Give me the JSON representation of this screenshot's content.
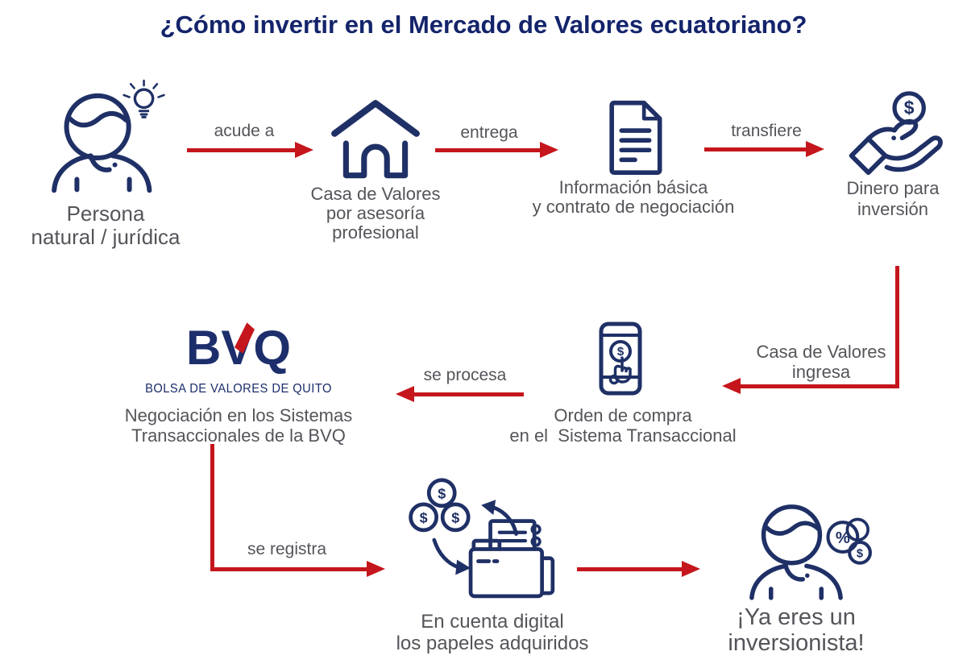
{
  "title": "¿Cómo invertir en el Mercado de Valores ecuatoriano?",
  "colors": {
    "navy": "#1f3066",
    "red": "#c4161c",
    "gray": "#54555a",
    "title_navy": "#14246b"
  },
  "glyphs": {
    "dollar": "$",
    "percent": "%"
  },
  "arrows": {
    "acude": "acude a",
    "entrega": "entrega",
    "transfiere": "transfiere",
    "ingresa_line1": "Casa de Valores",
    "ingresa_line2": "ingresa",
    "procesa": "se procesa",
    "registra": "se registra"
  },
  "steps": {
    "persona": {
      "line1": "Persona",
      "line2": "natural / jurídica"
    },
    "casa": {
      "line1": "Casa de Valores",
      "line2": "por asesoría",
      "line3": "profesional"
    },
    "informacion": {
      "line1": "Información básica",
      "line2": "y contrato de negociación"
    },
    "dinero": {
      "line1": "Dinero para",
      "line2": "inversión"
    },
    "orden": {
      "line1": "Orden de compra",
      "line2": "en el  Sistema Transaccional"
    },
    "bvq": {
      "logo": "BVQ",
      "tagline": "BOLSA DE VALORES DE QUITO",
      "line1": "Negociación en los Sistemas",
      "line2": "Transaccionales de la BVQ"
    },
    "cuenta": {
      "line1": "En cuenta digital",
      "line2": "los papeles adquiridos"
    },
    "inversionista": {
      "line1": "¡Ya eres un",
      "line2": "inversionista!"
    }
  }
}
